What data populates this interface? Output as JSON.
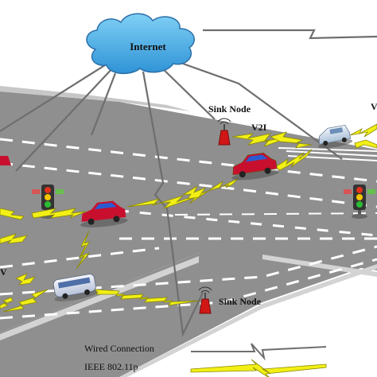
{
  "labels": {
    "internet": "Internet",
    "sink_node_top": "Sink Node",
    "sink_node_bottom": "Sink Node",
    "v2i": "V2I",
    "v_partial": "V",
    "v_partial_right": "V"
  },
  "legend": {
    "wired": "Wired Connection",
    "wireless": "IEEE 802.11p"
  },
  "colors": {
    "road": "#8f8f8f",
    "road_edge": "#7a7a7a",
    "lane_marking": "#ffffff",
    "cloud": "#4fb3e8",
    "cloud_outline": "#2b6fa8",
    "wired_line": "#6e6e6e",
    "wireless_bolt": "#f2ef16",
    "wireless_outline": "#8c8a00",
    "car_red": "#c8102e",
    "sink_node": "#d11616"
  }
}
